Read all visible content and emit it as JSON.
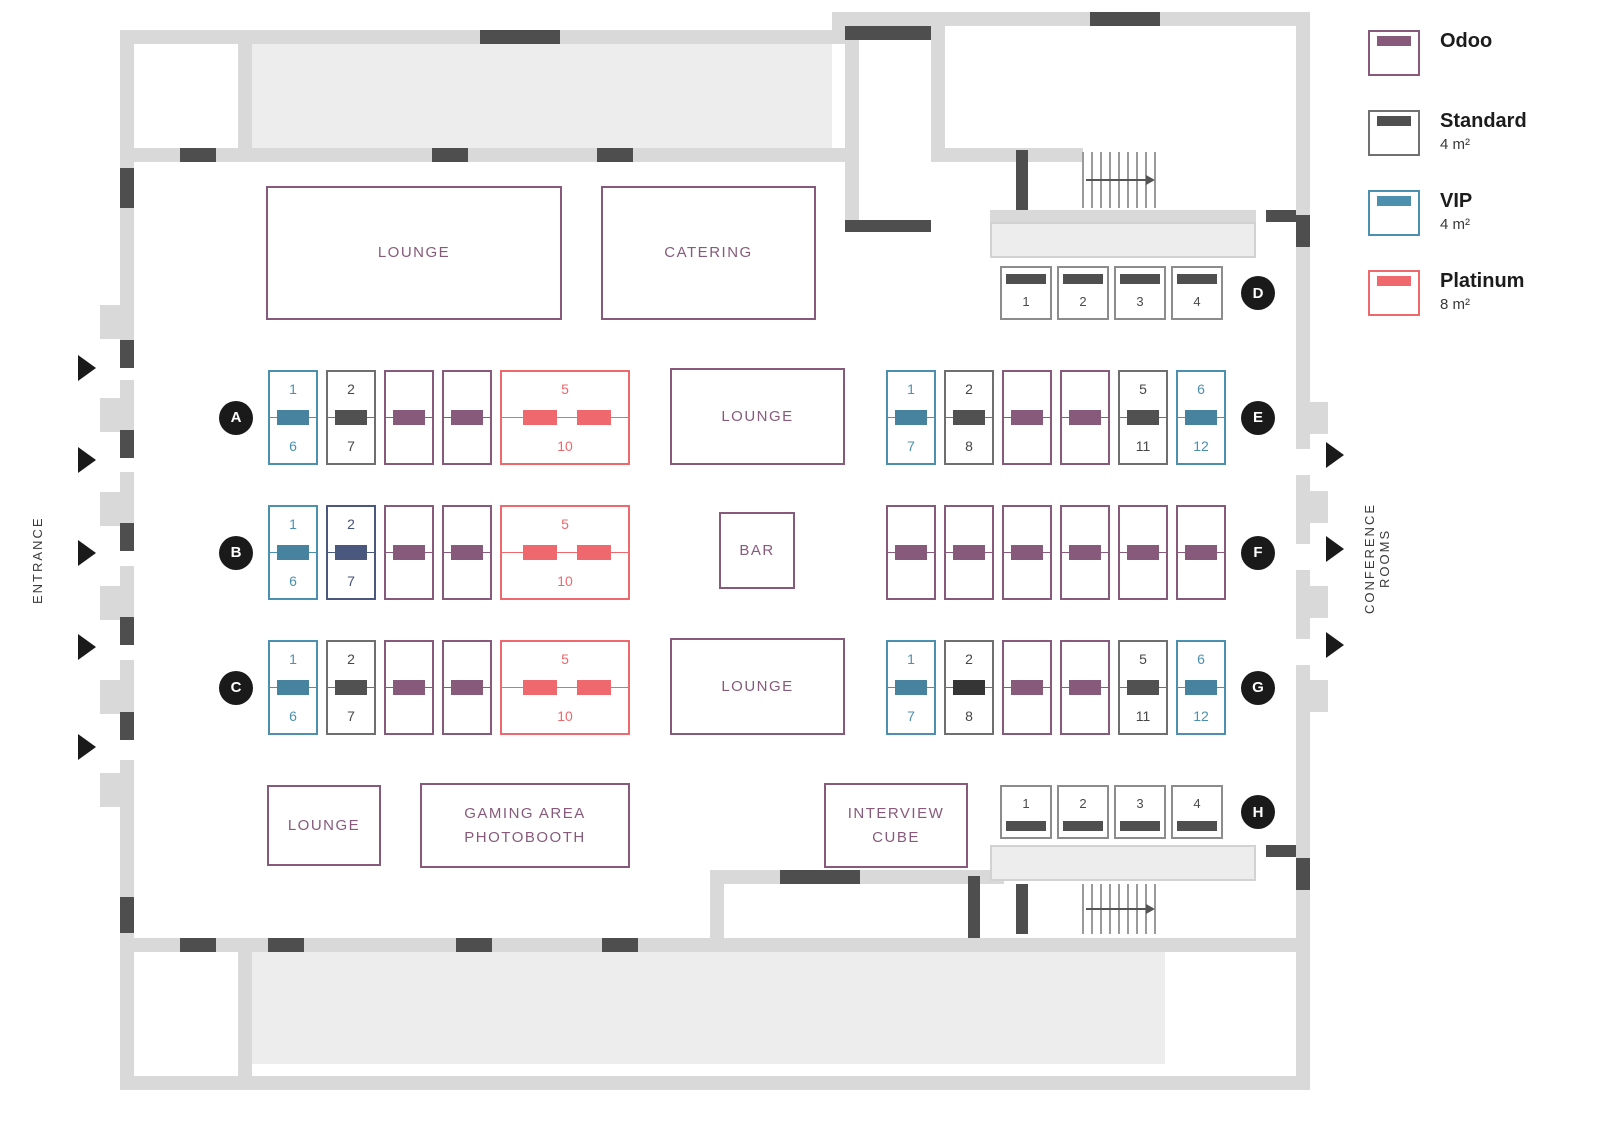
{
  "legend": {
    "items": [
      {
        "id": "odoo",
        "label": "Odoo",
        "color": "#875a7b",
        "bar": "#875a7b"
      },
      {
        "id": "standard",
        "label": "Standard",
        "size": "4 m²",
        "color": "#707070",
        "bar": "#4f4f4f"
      },
      {
        "id": "vip",
        "label": "VIP",
        "size": "4 m²",
        "color": "#4d90ad",
        "bar": "#4d90ad"
      },
      {
        "id": "platinum",
        "label": "Platinum",
        "size": "8 m²",
        "color": "#ef686d",
        "bar": "#ef686d"
      }
    ]
  },
  "side_labels": {
    "entrance": "ENTRANCE",
    "conference_rooms": "CONFERENCE ROOMS"
  },
  "areas": {
    "lounge_top": "LOUNGE",
    "catering": "CATERING",
    "lounge_upper_mid": "LOUNGE",
    "bar": "BAR",
    "lounge_lower_mid": "LOUNGE",
    "lounge_bottom": "LOUNGE",
    "gaming_line1": "GAMING AREA",
    "gaming_line2": "PHOTOBOOTH",
    "interview_line1": "INTERVIEW",
    "interview_line2": "CUBE"
  },
  "booth_types": {
    "odoo": {
      "border": "#875a7b",
      "bar": "#875a7b",
      "text": "#875a7b"
    },
    "standard": {
      "border": "#6f6f6f",
      "bar": "#515151",
      "text": "#474747"
    },
    "vip": {
      "border": "#4d90ad",
      "bar": "#47839f",
      "text": "#4d90ad"
    },
    "platinum": {
      "border": "#ef686d",
      "bar": "#ef686d",
      "text": "#ef686d"
    }
  },
  "rows": [
    {
      "label": "A",
      "side": "left",
      "booths": [
        {
          "type": "vip",
          "top": "1",
          "bottom": "6"
        },
        {
          "type": "standard",
          "top": "2",
          "bottom": "7"
        },
        {
          "type": "odoo"
        },
        {
          "type": "odoo"
        },
        {
          "type": "platinum",
          "top": "5",
          "bottom": "10",
          "wide": true
        }
      ]
    },
    {
      "label": "B",
      "side": "left",
      "booths": [
        {
          "type": "vip",
          "top": "1",
          "bottom": "6"
        },
        {
          "type": "standard",
          "top": "2",
          "bottom": "7",
          "border": "#4a5880",
          "bar": "#4a5880",
          "text": "#44517a"
        },
        {
          "type": "odoo"
        },
        {
          "type": "odoo"
        },
        {
          "type": "platinum",
          "top": "5",
          "bottom": "10",
          "wide": true
        }
      ]
    },
    {
      "label": "C",
      "side": "left",
      "booths": [
        {
          "type": "vip",
          "top": "1",
          "bottom": "6"
        },
        {
          "type": "standard",
          "top": "2",
          "bottom": "7"
        },
        {
          "type": "odoo"
        },
        {
          "type": "odoo"
        },
        {
          "type": "platinum",
          "top": "5",
          "bottom": "10",
          "wide": true
        }
      ]
    },
    {
      "label": "E",
      "side": "right",
      "booths": [
        {
          "type": "vip",
          "top": "1",
          "bottom": "7"
        },
        {
          "type": "standard",
          "top": "2",
          "bottom": "8"
        },
        {
          "type": "odoo"
        },
        {
          "type": "odoo"
        },
        {
          "type": "standard",
          "top": "5",
          "bottom": "11"
        },
        {
          "type": "vip",
          "top": "6",
          "bottom": "12"
        }
      ]
    },
    {
      "label": "F",
      "side": "right",
      "booths": [
        {
          "type": "odoo"
        },
        {
          "type": "odoo"
        },
        {
          "type": "odoo"
        },
        {
          "type": "odoo"
        },
        {
          "type": "odoo"
        },
        {
          "type": "odoo"
        }
      ]
    },
    {
      "label": "G",
      "side": "right",
      "booths": [
        {
          "type": "vip",
          "top": "1",
          "bottom": "7"
        },
        {
          "type": "standard",
          "top": "2",
          "bottom": "8",
          "bar": "#353535"
        },
        {
          "type": "odoo"
        },
        {
          "type": "odoo"
        },
        {
          "type": "standard",
          "top": "5",
          "bottom": "11"
        },
        {
          "type": "vip",
          "top": "6",
          "bottom": "12"
        }
      ]
    }
  ],
  "mini_rows": [
    {
      "label": "D",
      "bar_position": "top",
      "numbers": [
        "1",
        "2",
        "3",
        "4"
      ]
    },
    {
      "label": "H",
      "bar_position": "bottom",
      "numbers": [
        "1",
        "2",
        "3",
        "4"
      ]
    }
  ]
}
